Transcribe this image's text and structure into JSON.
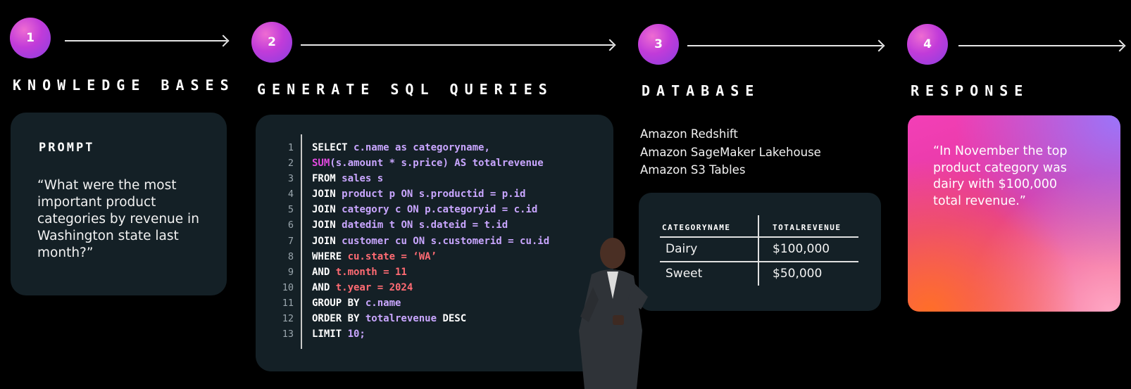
{
  "steps": [
    {
      "number": "1",
      "heading": "KNOWLEDGE BASES"
    },
    {
      "number": "2",
      "heading": "GENERATE SQL QUERIES"
    },
    {
      "number": "3",
      "heading": "DATABASE"
    },
    {
      "number": "4",
      "heading": "RESPONSE"
    }
  ],
  "prompt": {
    "label": "PROMPT",
    "text": "“What were the most important product categories by revenue in Washington state last month?”"
  },
  "sql": {
    "line_numbers": [
      "1",
      "2",
      "3",
      "4",
      "5",
      "6",
      "7",
      "8",
      "9",
      "10",
      "11",
      "12",
      "13"
    ],
    "lines": [
      [
        {
          "t": "SELECT ",
          "c": "keyword"
        },
        {
          "t": "c.name as categoryname,",
          "c": "ident"
        }
      ],
      [
        {
          "t": "SUM",
          "c": "func"
        },
        {
          "t": "(s.amount * s.price) AS totalrevenue",
          "c": "ident"
        }
      ],
      [
        {
          "t": "FROM ",
          "c": "keyword"
        },
        {
          "t": "sales s",
          "c": "ident"
        }
      ],
      [
        {
          "t": "JOIN ",
          "c": "keyword"
        },
        {
          "t": "product p ON s.productid = p.id",
          "c": "ident"
        }
      ],
      [
        {
          "t": "JOIN ",
          "c": "keyword"
        },
        {
          "t": "category c ON p.categoryid = c.id",
          "c": "ident"
        }
      ],
      [
        {
          "t": "JOIN ",
          "c": "keyword"
        },
        {
          "t": "datedim t ON s.dateid = t.id",
          "c": "ident"
        }
      ],
      [
        {
          "t": "JOIN ",
          "c": "keyword"
        },
        {
          "t": "customer cu ON s.customerid = cu.id",
          "c": "ident"
        }
      ],
      [
        {
          "t": "WHERE ",
          "c": "keyword"
        },
        {
          "t": "cu.state = ‘WA’",
          "c": "cond"
        }
      ],
      [
        {
          "t": "AND ",
          "c": "keyword"
        },
        {
          "t": "t.month = 11",
          "c": "cond"
        }
      ],
      [
        {
          "t": "AND ",
          "c": "keyword"
        },
        {
          "t": "t.year = 2024",
          "c": "cond"
        }
      ],
      [
        {
          "t": "GROUP BY ",
          "c": "keyword"
        },
        {
          "t": "c.name",
          "c": "ident"
        }
      ],
      [
        {
          "t": "ORDER BY ",
          "c": "keyword"
        },
        {
          "t": "totalrevenue ",
          "c": "ident"
        },
        {
          "t": "DESC",
          "c": "keyword"
        }
      ],
      [
        {
          "t": "LIMIT ",
          "c": "keyword"
        },
        {
          "t": "10;",
          "c": "ident"
        }
      ]
    ]
  },
  "database": {
    "services": [
      "Amazon Redshift",
      "Amazon SageMaker Lakehouse",
      "Amazon S3 Tables"
    ],
    "table": {
      "headers": [
        "CATEGORYNAME",
        "TOTALREVENUE"
      ],
      "rows": [
        [
          "Dairy",
          "$100,000"
        ],
        [
          "Sweet",
          "$50,000"
        ]
      ]
    }
  },
  "response": {
    "text": "“In November the top product category was dairy with $100,000 total revenue.”"
  },
  "colors": {
    "background": "#000000",
    "panel": "#142026",
    "sql_identifier": "#c9a6ff",
    "sql_function": "#e24ae0",
    "sql_condition": "#ff6b73"
  }
}
